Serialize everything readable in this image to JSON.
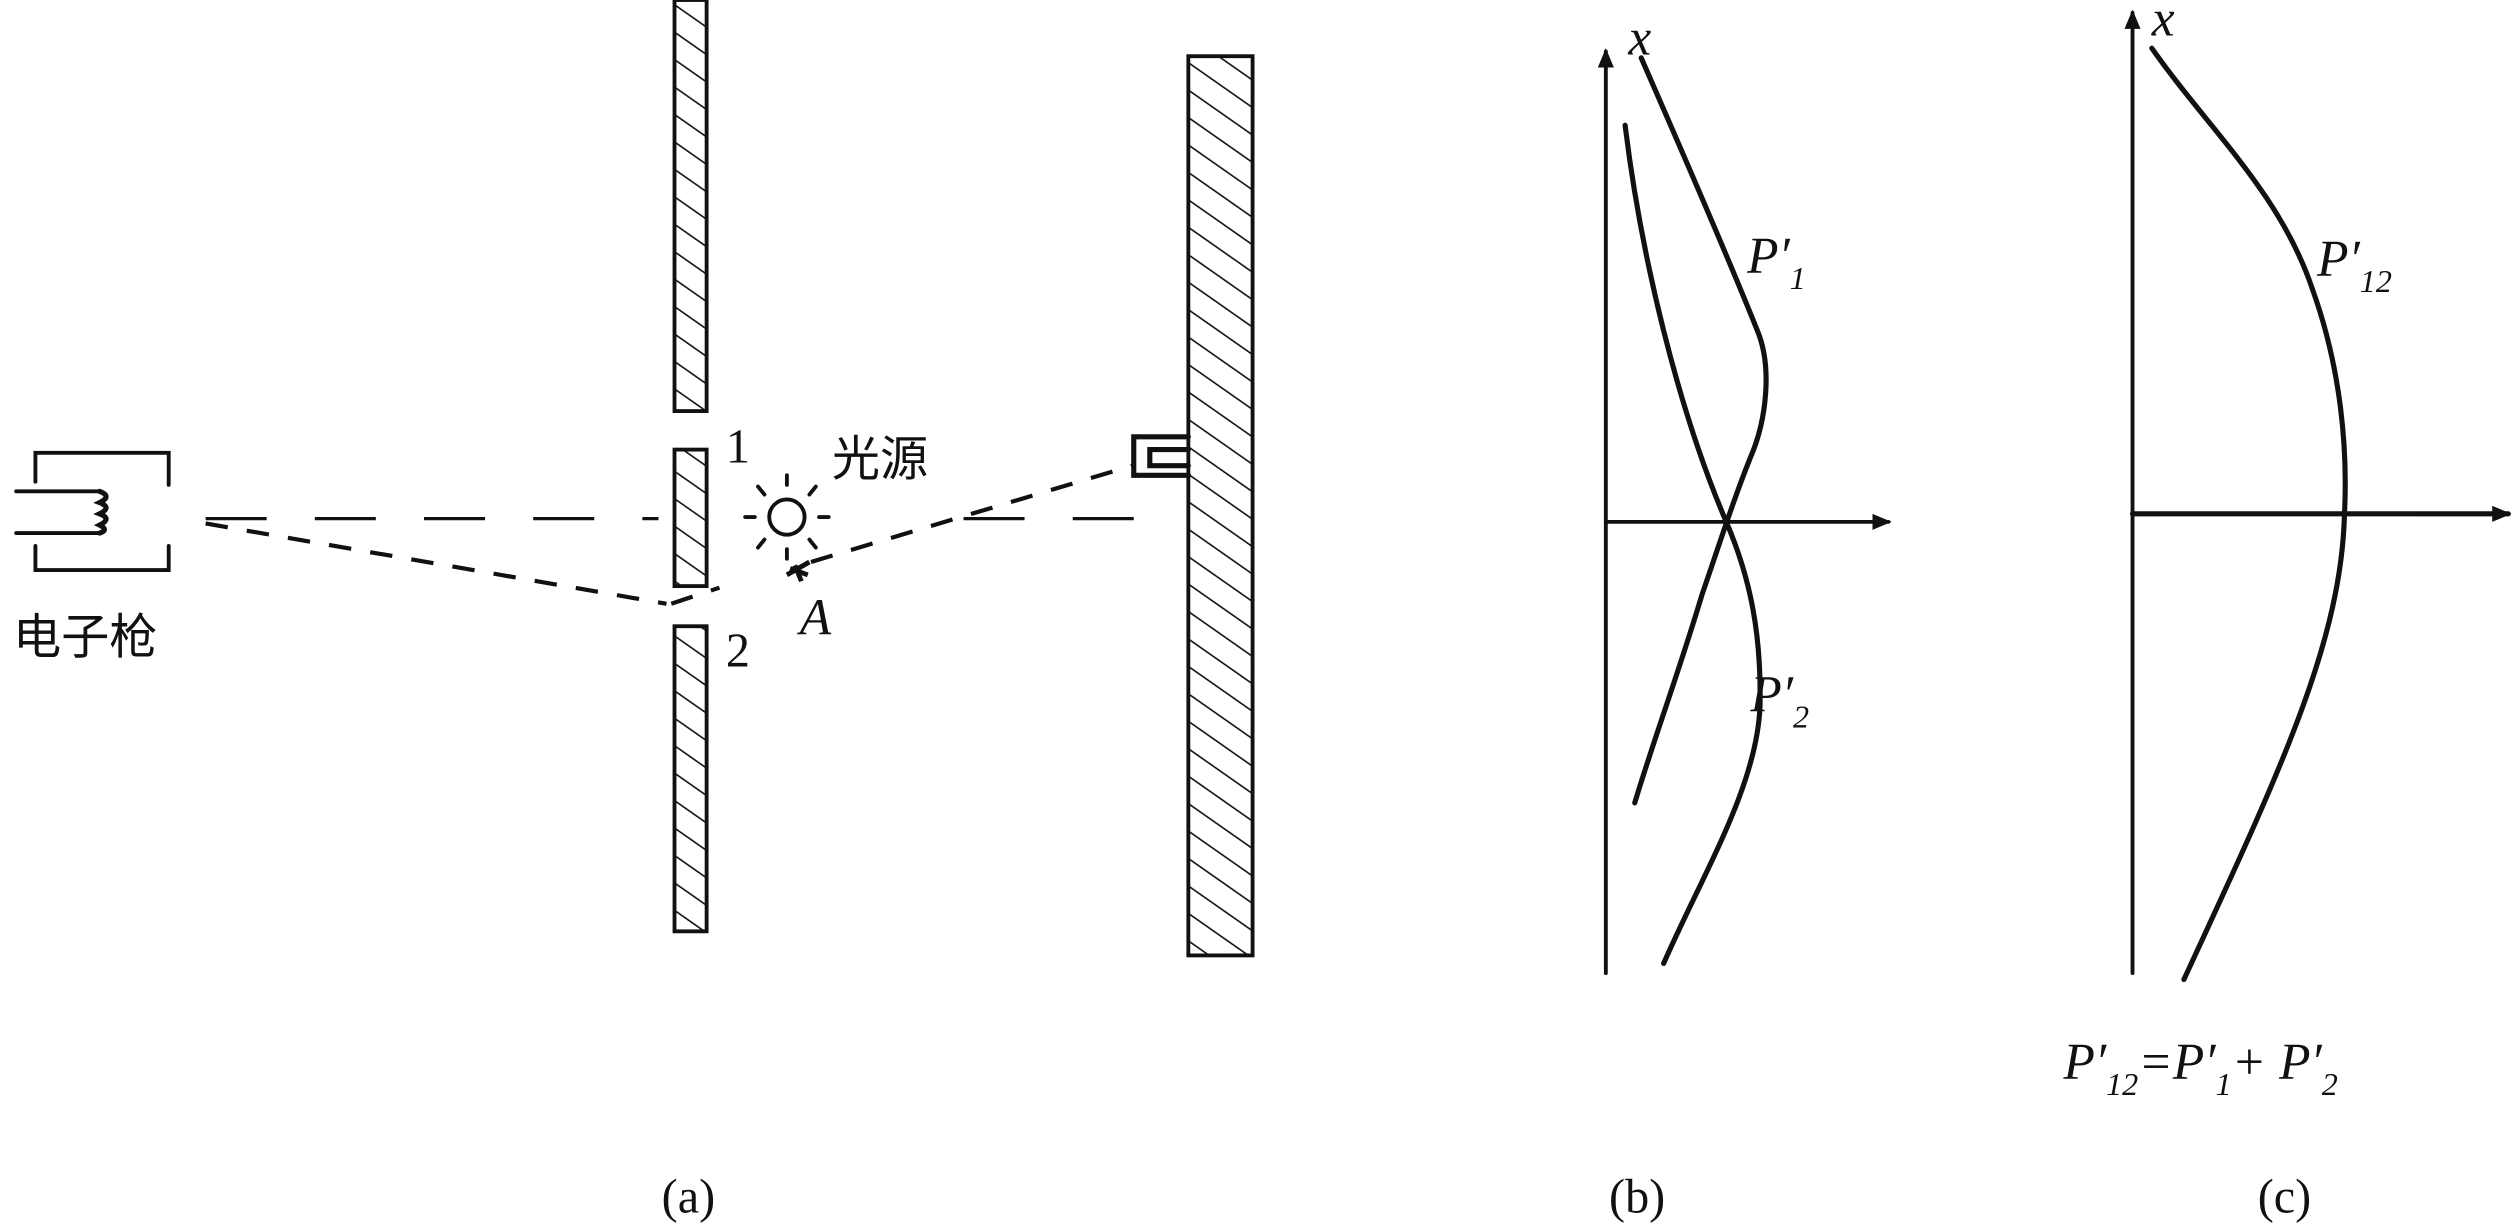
{
  "panel_a": {
    "electron_gun_label": "电子枪",
    "light_source_label": "光源",
    "slit_1_label": "1",
    "slit_2_label": "2",
    "point_label": "A",
    "caption": "(a)"
  },
  "panel_b": {
    "axis_label": "x",
    "p1_label": {
      "main": "P′",
      "sub": "1"
    },
    "p2_label": {
      "main": "P′",
      "sub": "2"
    },
    "caption": "(b)"
  },
  "panel_c": {
    "axis_label": "x",
    "p12_label": {
      "main": "P′",
      "sub": "12"
    },
    "equation": {
      "lhs_main": "P′",
      "lhs_sub": "12",
      "eq_p1_main": "=P′",
      "eq_p1_sub": "1",
      "eq_p2_main": "+ P′",
      "eq_p2_sub": "2"
    },
    "caption": "(c)"
  }
}
